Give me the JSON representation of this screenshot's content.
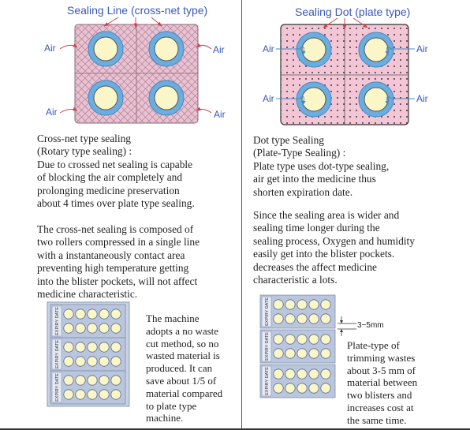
{
  "left": {
    "title": "Sealing Line (cross-net type)",
    "air_label": "Air",
    "heading": [
      "Cross-net type sealing",
      "(Rotary type sealing) :"
    ],
    "paragraph1": [
      "Due to crossed net sealing is capable",
      "of blocking the air completely and",
      "prolonging medicine preservation",
      "about 4 times over plate type sealing."
    ],
    "paragraph2": [
      "The cross-net sealing is composed of",
      "two rollers compressed in a single line",
      "with a instantaneously contact area",
      "preventing high temperature getting",
      "into the blister pockets, will not affect",
      "medicine characteristic."
    ],
    "note": [
      "The machine",
      "adopts a no waste",
      "cut method, so no",
      "wasted material is",
      "produced. It can",
      "save about 1/5 of",
      "material compared",
      "to plate type",
      "machine."
    ],
    "strip_label": "EXPIRY DATE"
  },
  "right": {
    "title": "Sealing Dot (plate type)",
    "air_label": "Air",
    "heading": [
      "Dot type Sealing",
      "(Plate-Type Sealing) :"
    ],
    "paragraph1": [
      "Plate type uses dot-type sealing,",
      "air get into the medicine thus",
      "shorten expiration date."
    ],
    "paragraph2": [
      "Since the sealing area is wider and",
      "sealing time longer during the",
      "sealing process, Oxygen and humidity",
      "easily get into the blister pockets.",
      "decreases the affect medicine",
      "characteristic a lots."
    ],
    "dimension": "3~5mm",
    "note": [
      "Plate-type of",
      "trimming wastes",
      "about 3-5 mm of",
      "material between",
      "two blisters and",
      "increases cost at",
      "the same time."
    ],
    "strip_label": "EXPIRY DATE"
  },
  "colors": {
    "title_blue": "#3a58b8",
    "pocket_blue": "#6aaee0",
    "pocket_fill": "#fbf6c8",
    "cross_net_fill": "#e7c3d2",
    "dot_fill": "#f3c6d6",
    "arrow_red": "#d0404a"
  }
}
